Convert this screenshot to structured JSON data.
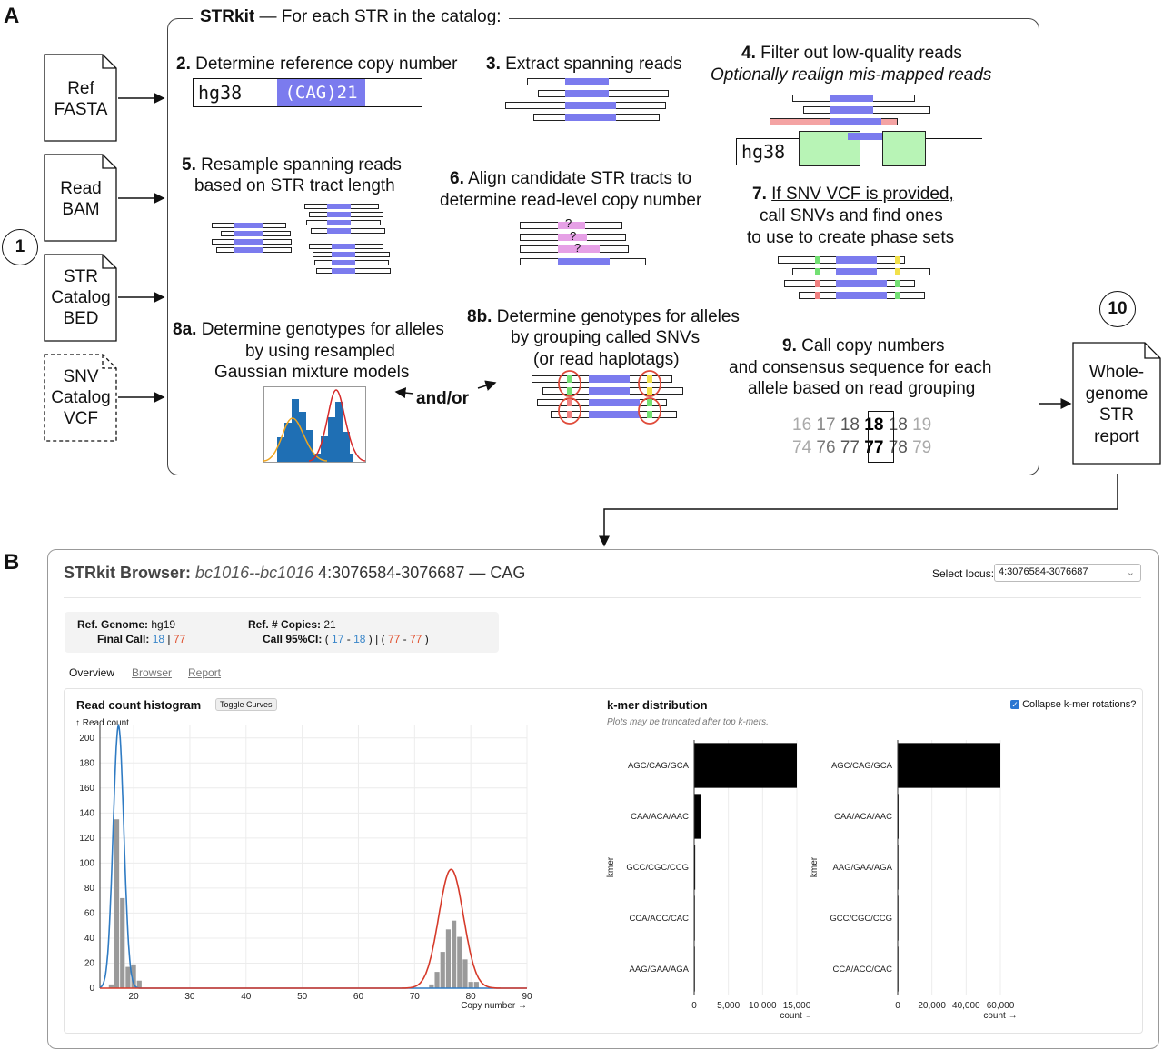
{
  "panel_a": {
    "label": "A",
    "brand": "STRkit",
    "header": "— For each STR in the catalog:",
    "step1": "1",
    "step10": "10",
    "inputs": [
      {
        "line1": "Ref",
        "line2": "FASTA",
        "line3": ""
      },
      {
        "line1": "Read",
        "line2": "BAM",
        "line3": ""
      },
      {
        "line1": "STR",
        "line2": "Catalog",
        "line3": "BED"
      },
      {
        "line1": "SNV",
        "line2": "Catalog",
        "line3": "VCF"
      }
    ],
    "step2": {
      "num": "2.",
      "text": "Determine reference copy number",
      "ref": "hg38",
      "motif": "(CAG)21"
    },
    "step3": {
      "num": "3.",
      "text": "Extract spanning reads"
    },
    "step4": {
      "num": "4.",
      "text": "Filter out low-quality reads",
      "italic": "Optionally realign mis-mapped reads",
      "ref": "hg38"
    },
    "step5": {
      "num": "5.",
      "line1": "Resample spanning reads",
      "line2": "based on STR tract length"
    },
    "step6": {
      "num": "6.",
      "line1": "Align candidate STR tracts to",
      "line2": "determine read-level copy number",
      "q": "?"
    },
    "step7": {
      "num": "7.",
      "line1": "If SNV VCF is provided,",
      "line2": "call SNVs and find ones",
      "line3": "to use to create phase sets"
    },
    "step8a": {
      "num": "8a.",
      "line1": "Determine genotypes for alleles",
      "line2": "by using resampled",
      "line3": "Gaussian mixture models"
    },
    "andor": "and/or",
    "step8b": {
      "num": "8b.",
      "line1": "Determine genotypes for alleles",
      "line2": "by grouping called SNVs",
      "line3": "(or read haplotags)"
    },
    "step9": {
      "num": "9.",
      "line1": "Call copy numbers",
      "line2": "and consensus sequence for each",
      "line3": "allele based on read grouping",
      "row1": [
        "16",
        "17",
        "18",
        "18",
        "18",
        "19"
      ],
      "row2": [
        "74",
        "76",
        "77",
        "77",
        "78",
        "79"
      ]
    },
    "output": {
      "line1": "Whole-",
      "line2": "genome",
      "line3": "STR",
      "line4": "report"
    }
  },
  "panel_b": {
    "label": "B",
    "title_prefix": "STRkit Browser:",
    "sample": "bc1016--bc1016",
    "locus": "4:3076584-3076687",
    "dash": "—",
    "motif": "CAG",
    "select_label": "Select locus:",
    "select_value": "4:3076584-3076687",
    "info": {
      "ref_genome_label": "Ref. Genome:",
      "ref_genome": "hg19",
      "ref_copies_label": "Ref. # Copies:",
      "ref_copies": "21",
      "final_call_label": "Final Call:",
      "call1": "18",
      "sep": "|",
      "call2": "77",
      "ci_label": "Call 95%CI:",
      "ci1_lo": "17",
      "ci1_hi": "18",
      "ci2_lo": "77",
      "ci2_hi": "77",
      "open": "(",
      "close": ")",
      "hy": "-"
    },
    "tabs": [
      "Overview",
      "Browser",
      "Report"
    ],
    "hist_title": "Read count histogram",
    "toggle_label": "Toggle Curves",
    "kmer_title": "k-mer distribution",
    "collapse_label": "Collapse k-mer rotations?",
    "truncate_note": "Plots may be truncated after top k-mers."
  },
  "chart_data": [
    {
      "type": "bar",
      "title": "Read count histogram",
      "xlabel": "Copy number →",
      "ylabel": "↑ Read count",
      "xlim": [
        14,
        90
      ],
      "ylim": [
        0,
        210
      ],
      "xticks": [
        20,
        30,
        40,
        50,
        60,
        70,
        80,
        90
      ],
      "yticks": [
        0,
        20,
        40,
        60,
        80,
        100,
        120,
        140,
        160,
        180,
        200
      ],
      "bars": [
        {
          "x": 16,
          "y": 3
        },
        {
          "x": 17,
          "y": 135
        },
        {
          "x": 18,
          "y": 72
        },
        {
          "x": 19,
          "y": 17
        },
        {
          "x": 20,
          "y": 19
        },
        {
          "x": 21,
          "y": 6
        },
        {
          "x": 73,
          "y": 3
        },
        {
          "x": 74,
          "y": 13
        },
        {
          "x": 75,
          "y": 29
        },
        {
          "x": 76,
          "y": 47
        },
        {
          "x": 77,
          "y": 54
        },
        {
          "x": 78,
          "y": 41
        },
        {
          "x": 79,
          "y": 23
        },
        {
          "x": 80,
          "y": 5
        },
        {
          "x": 81,
          "y": 5
        }
      ],
      "curves": [
        {
          "color": "#2f7bc3",
          "mean": 17.3,
          "sd": 0.95,
          "peak": 210
        },
        {
          "color": "#d63a2a",
          "mean": 76.5,
          "sd": 2.2,
          "peak": 95
        }
      ]
    },
    {
      "type": "bar",
      "orientation": "horizontal",
      "ylabel": "kmer",
      "xlabel": "count →",
      "xlim": [
        0,
        15000
      ],
      "xticks": [
        "0",
        "5,000",
        "10,000",
        "15,000"
      ],
      "categories": [
        "AGC/CAG/GCA",
        "CAA/ACA/AAC",
        "GCC/CGC/CCG",
        "CCA/ACC/CAC",
        "AAG/GAA/AGA"
      ],
      "values": [
        15000,
        950,
        150,
        60,
        20
      ]
    },
    {
      "type": "bar",
      "orientation": "horizontal",
      "ylabel": "kmer",
      "xlabel": "count →",
      "xlim": [
        0,
        60000
      ],
      "xticks": [
        "0",
        "20,000",
        "40,000",
        "60,000"
      ],
      "categories": [
        "AGC/CAG/GCA",
        "CAA/ACA/AAC",
        "AAG/GAA/AGA",
        "GCC/CGC/CCG",
        "CCA/ACC/CAC"
      ],
      "values": [
        60000,
        500,
        120,
        80,
        40
      ]
    }
  ]
}
